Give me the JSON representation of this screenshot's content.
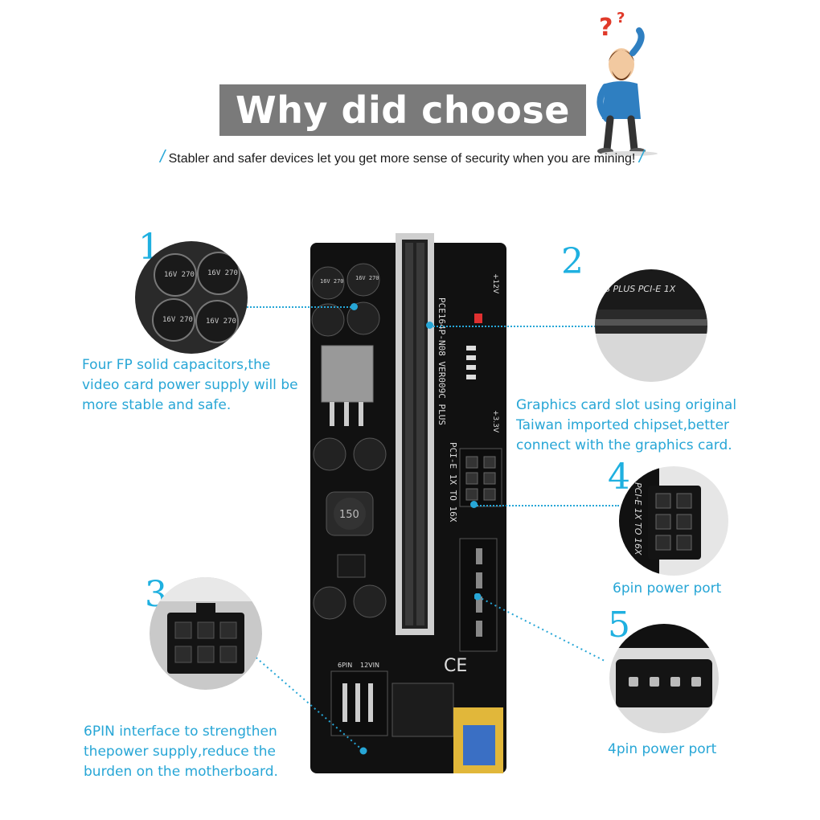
{
  "header": {
    "title": "Why did choose us",
    "subtitle": "Stabler and safer devices let you get more sense of security when you are mining!",
    "person_mark": "?"
  },
  "features": [
    {
      "number": "1",
      "lines": [
        "Four FP solid capacitors,the",
        "video card power supply will be",
        "more stable and safe."
      ]
    },
    {
      "number": "2",
      "lines": [
        "Graphics card slot using original",
        "Taiwan imported chipset,better",
        "connect with the graphics card."
      ]
    },
    {
      "number": "3",
      "lines": [
        "6PIN interface to strengthen",
        "thepower supply,reduce the",
        "burden on the motherboard."
      ]
    },
    {
      "number": "4",
      "label": "6pin power port"
    },
    {
      "number": "5",
      "label": "4pin power port"
    }
  ],
  "board": {
    "model": "PCE164P-N08 VER009C PLUS",
    "pcie_label": "PCI-E 1X TO 16X",
    "inductor": "150",
    "pin_label_1": "6PIN",
    "pin_label_2": "12VIN",
    "voltage_12": "+12V",
    "voltage_33": "+3.3V",
    "cap_text": "16V 270"
  },
  "zoom": {
    "slot_text": "S PLUS  PCI-E 1X",
    "port_text": "PCI-E 1X TO 16X"
  },
  "colors": {
    "accent": "#27a6d6",
    "title_bg": "#7a7a7a",
    "board": "#111111",
    "usb": "#e1b73a"
  }
}
